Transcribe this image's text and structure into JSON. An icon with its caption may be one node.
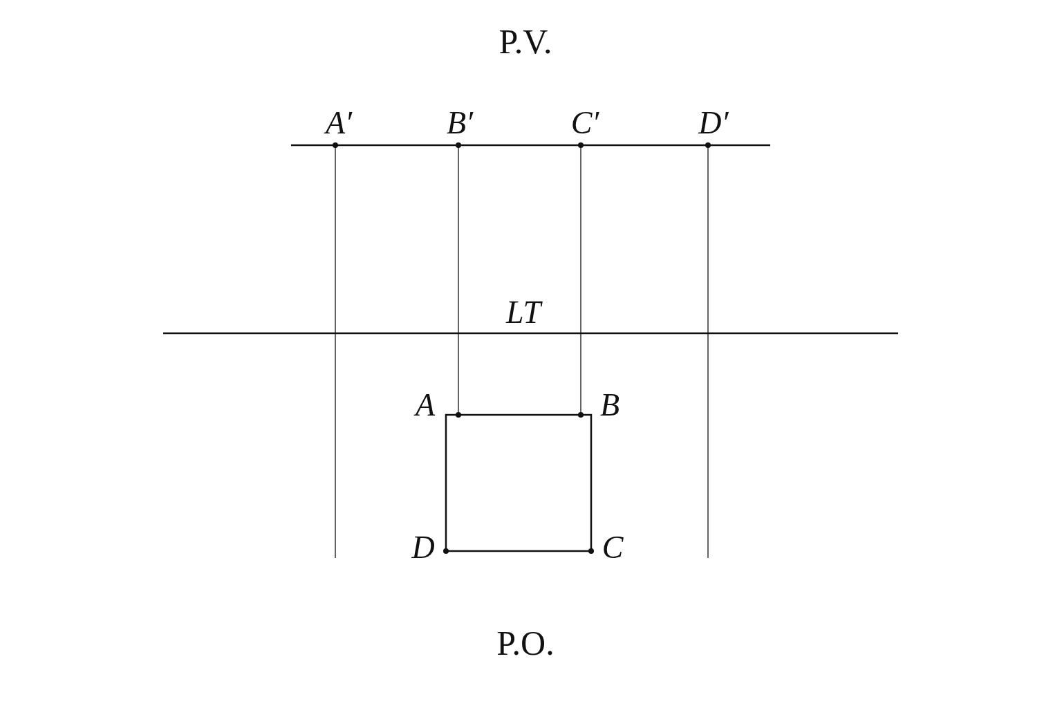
{
  "diagram": {
    "labels": [
      "P.V.",
      "A′",
      "B′",
      "C′",
      "D′",
      "LT",
      "A",
      "B",
      "D",
      "C",
      "P.O."
    ]
  }
}
